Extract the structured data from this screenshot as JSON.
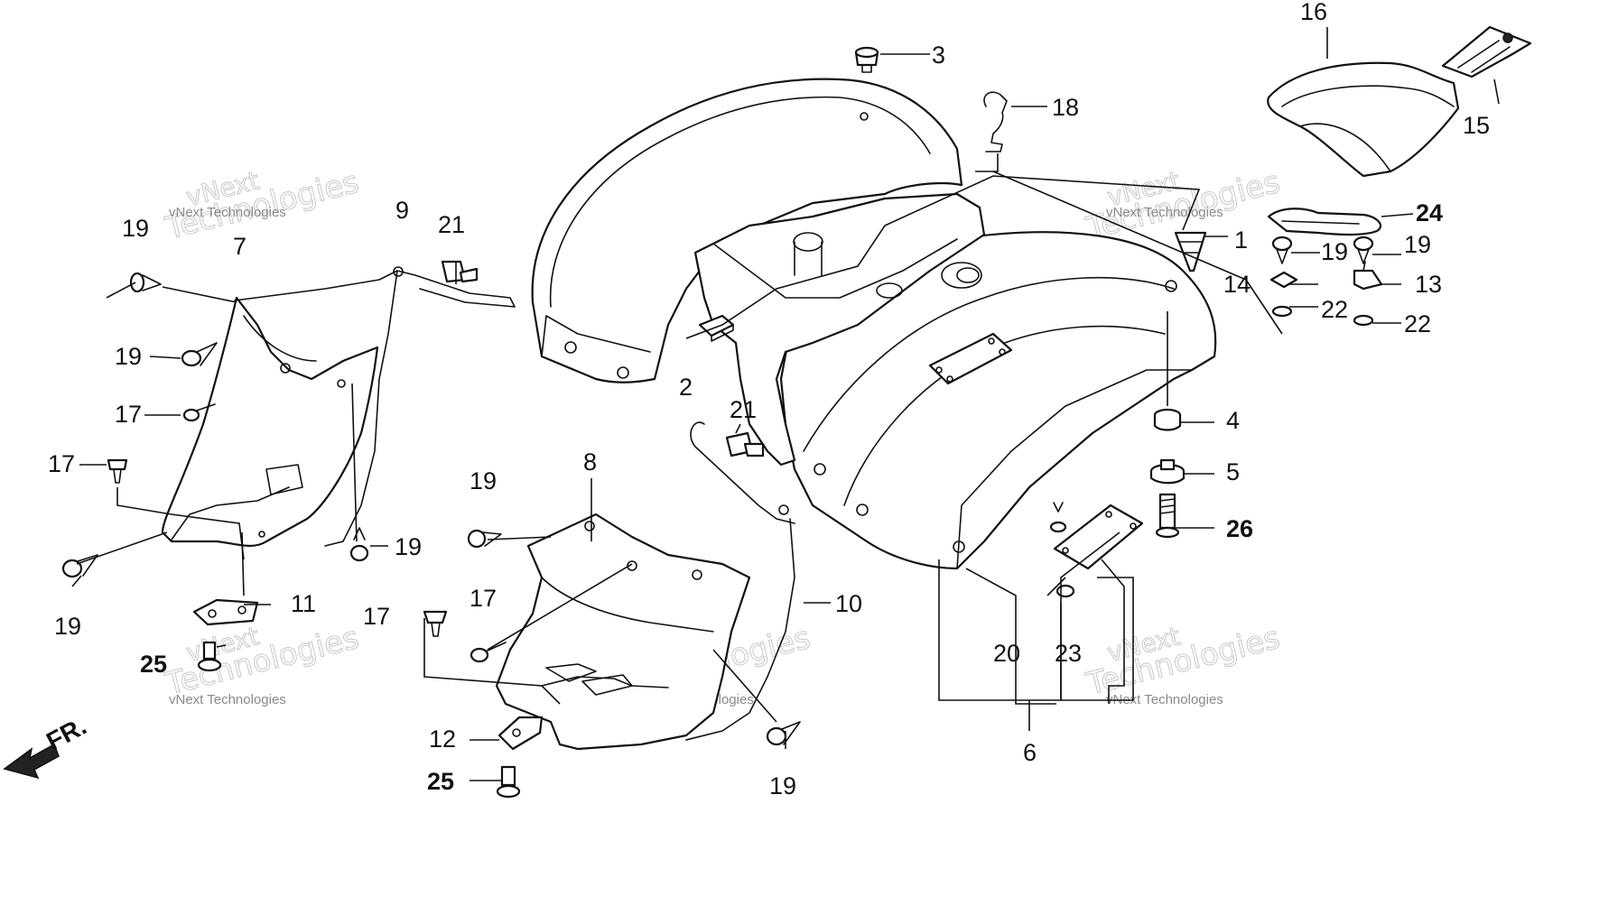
{
  "callouts": [
    {
      "id": "1",
      "text": "1",
      "bold": false
    },
    {
      "id": "2",
      "text": "2",
      "bold": false
    },
    {
      "id": "3",
      "text": "3",
      "bold": false
    },
    {
      "id": "4",
      "text": "4",
      "bold": false
    },
    {
      "id": "5",
      "text": "5",
      "bold": false
    },
    {
      "id": "6",
      "text": "6",
      "bold": false
    },
    {
      "id": "7",
      "text": "7",
      "bold": false
    },
    {
      "id": "8",
      "text": "8",
      "bold": false
    },
    {
      "id": "9",
      "text": "9",
      "bold": false
    },
    {
      "id": "10",
      "text": "10",
      "bold": false
    },
    {
      "id": "11",
      "text": "11",
      "bold": false
    },
    {
      "id": "12",
      "text": "12",
      "bold": false
    },
    {
      "id": "13",
      "text": "13",
      "bold": false
    },
    {
      "id": "14",
      "text": "14",
      "bold": false
    },
    {
      "id": "15",
      "text": "15",
      "bold": false
    },
    {
      "id": "16",
      "text": "16",
      "bold": false
    },
    {
      "id": "17a",
      "text": "17",
      "bold": false
    },
    {
      "id": "17b",
      "text": "17",
      "bold": false
    },
    {
      "id": "17c",
      "text": "17",
      "bold": false
    },
    {
      "id": "17d",
      "text": "17",
      "bold": false
    },
    {
      "id": "18",
      "text": "18",
      "bold": false
    },
    {
      "id": "19a",
      "text": "19",
      "bold": false
    },
    {
      "id": "19b",
      "text": "19",
      "bold": false
    },
    {
      "id": "19c",
      "text": "19",
      "bold": false
    },
    {
      "id": "19d",
      "text": "19",
      "bold": false
    },
    {
      "id": "19e",
      "text": "19",
      "bold": false
    },
    {
      "id": "19f",
      "text": "19",
      "bold": false
    },
    {
      "id": "19g",
      "text": "19",
      "bold": false
    },
    {
      "id": "19h",
      "text": "19",
      "bold": false
    },
    {
      "id": "20",
      "text": "20",
      "bold": false
    },
    {
      "id": "21a",
      "text": "21",
      "bold": false
    },
    {
      "id": "21b",
      "text": "21",
      "bold": false
    },
    {
      "id": "22a",
      "text": "22",
      "bold": false
    },
    {
      "id": "22b",
      "text": "22",
      "bold": false
    },
    {
      "id": "23",
      "text": "23",
      "bold": false
    },
    {
      "id": "24",
      "text": "24",
      "bold": true
    },
    {
      "id": "25a",
      "text": "25",
      "bold": true
    },
    {
      "id": "25b",
      "text": "25",
      "bold": true
    },
    {
      "id": "26",
      "text": "26",
      "bold": true
    }
  ],
  "direction_marker": {
    "text": "FR."
  },
  "watermark": {
    "brand": "vNext",
    "line2": "Technologies",
    "small": "vNext Technologies"
  },
  "colors": {
    "line": "#111111",
    "background": "#ffffff",
    "watermark": "#c8c8c8"
  }
}
